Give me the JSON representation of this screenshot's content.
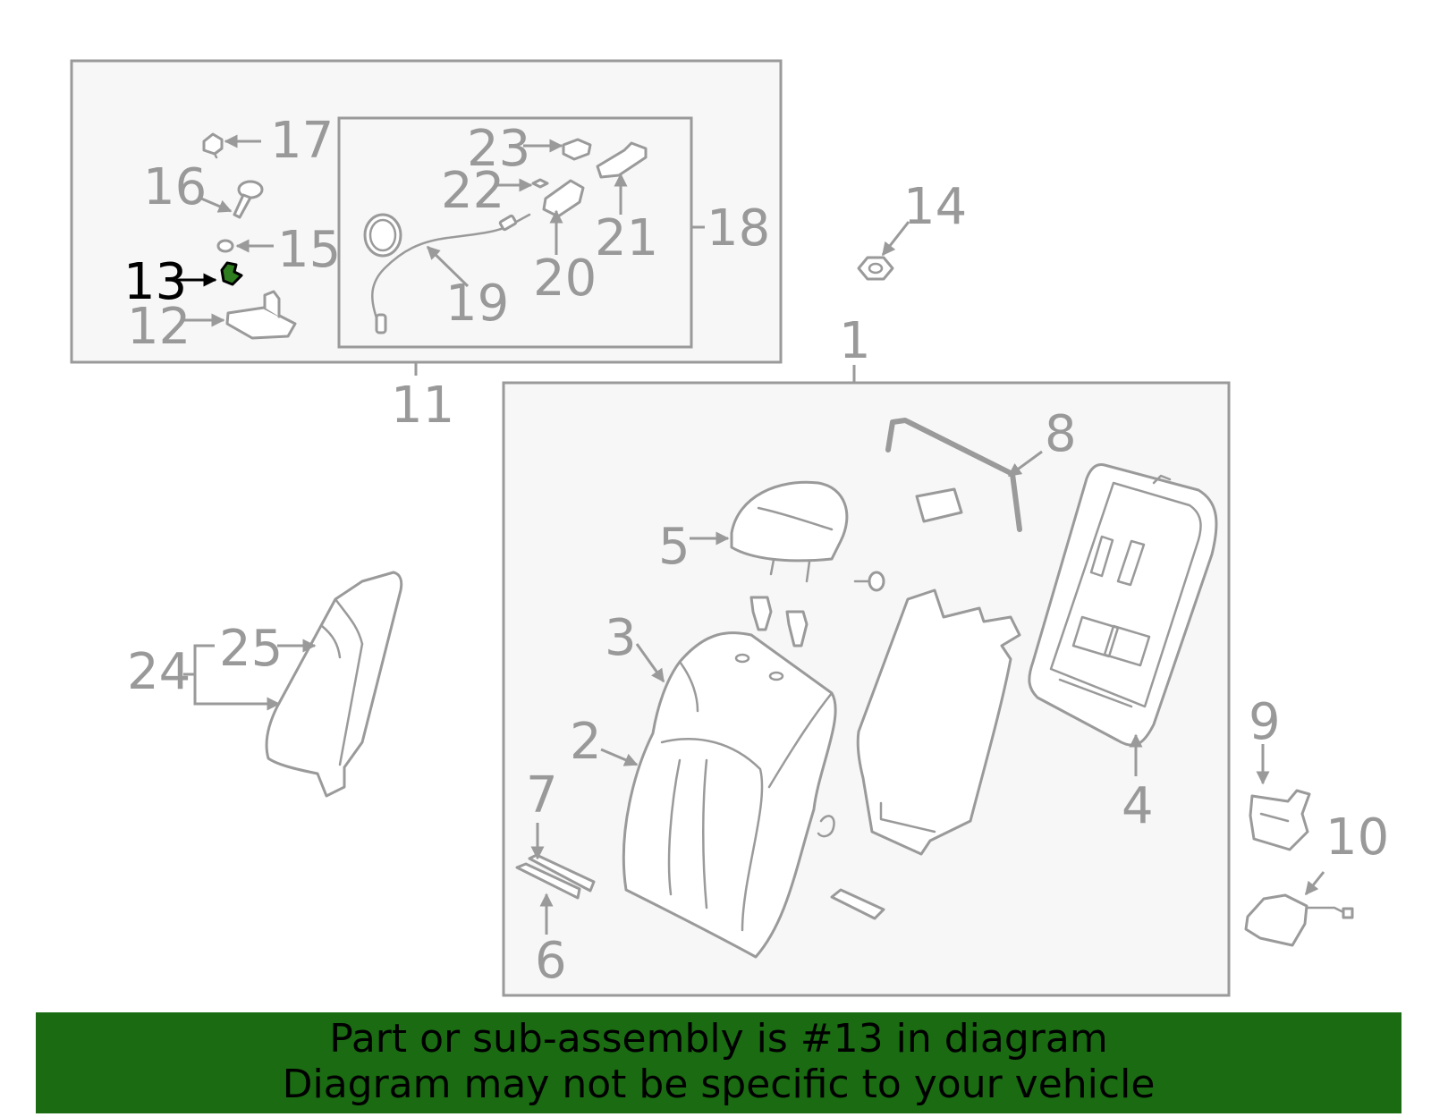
{
  "highlighted_part": "13",
  "callouts": {
    "c1": "1",
    "c2": "2",
    "c3": "3",
    "c4": "4",
    "c5": "5",
    "c6": "6",
    "c7": "7",
    "c8": "8",
    "c9": "9",
    "c10": "10",
    "c11": "11",
    "c12": "12",
    "c13": "13",
    "c14": "14",
    "c15": "15",
    "c16": "16",
    "c17": "17",
    "c18": "18",
    "c19": "19",
    "c20": "20",
    "c21": "21",
    "c22": "22",
    "c23": "23",
    "c24": "24",
    "c25": "25"
  },
  "banner": {
    "line1": "Part or sub-assembly is #13 in diagram",
    "line2": "Diagram may not be specific to your vehicle"
  },
  "colors": {
    "banner_bg": "#1a6b12",
    "line_gray": "#9a9a9a",
    "highlight": "#2e7d1e"
  }
}
